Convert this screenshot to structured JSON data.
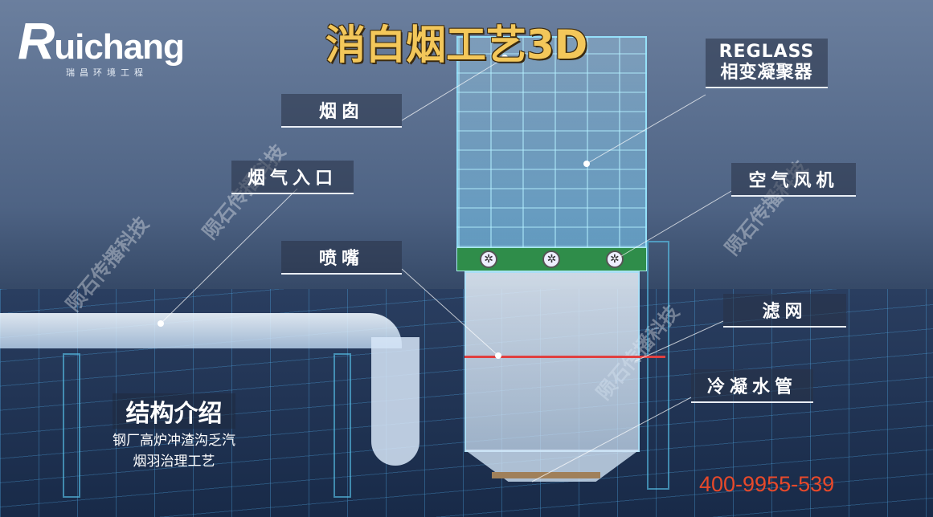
{
  "logo": {
    "name": "uichang",
    "letter": "R",
    "subtitle": "瑞昌环境工程"
  },
  "title": "消白烟工艺3D",
  "labels": {
    "chimney": "烟囱",
    "flue_inlet": "烟气入口",
    "nozzle": "喷嘴",
    "reglass_line1": "REGLASS",
    "reglass_line2": "相变凝聚器",
    "air_fan": "空气风机",
    "filter": "滤网",
    "condensate_pipe": "冷凝水管"
  },
  "intro": {
    "heading": "结构介绍",
    "line1": "钢厂高炉冲渣沟乏汽",
    "line2": "烟羽治理工艺"
  },
  "phone": "400-9955-539",
  "watermark": "陨石传播科技",
  "colors": {
    "title": "#f3c75a",
    "phone": "#e8492a",
    "fan_section": "#2f8d4a",
    "filter_line": "#e04040"
  }
}
